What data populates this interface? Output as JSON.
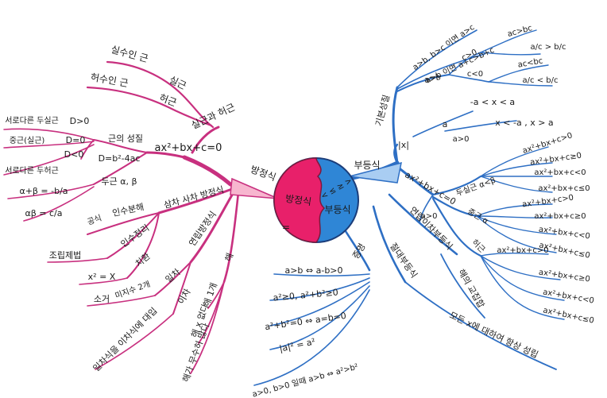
{
  "center": {
    "left_text": "방정식",
    "right_text": "부등식",
    "symbols_right": "< ≤ ≥ >",
    "symbol_left": "="
  },
  "colors": {
    "pink_branch": "#c8307f",
    "blue_branch": "#2e6fc4",
    "pink_fill": "#e8206a",
    "blue_fill": "#2f86d6",
    "text": "#1a1a1a"
  },
  "left": {
    "root": "방정식",
    "real_imag": "실근과 허근",
    "real_root": "실근",
    "real_root_desc": "실수인 근",
    "imag_root": "허근",
    "imag_root_desc": "허수인 근",
    "quadratic_eq": "ax²+bx+c=0",
    "root_nature": "근의 성질",
    "discriminant": "D=b²-4ac",
    "d_pos_desc": "서로다른 두실근",
    "d_pos": "D>0",
    "d_zero_desc": "중근(실근)",
    "d_zero": "D=0",
    "d_neg_desc": "서로다른 두허근",
    "d_neg": "D<0",
    "two_roots": "두근 α, β",
    "sum": "α+β = -b/a",
    "product": "αβ = c/a",
    "cubic_quartic": "삼차 사차 방정식",
    "factorization": "인수분해",
    "formula": "공식",
    "factor_theorem": "인수정리",
    "synthetic_division": "조립제법",
    "substitution": "치환",
    "x_sq_sub": "x² = X",
    "simultaneous": "연립방정식",
    "linear": "일차",
    "elimination": "소거",
    "undetermined_coef": "미지수 2개",
    "quadratic": "이차",
    "linear_to_quadratic": "일차식을 이차식에 대입",
    "solutions": "해",
    "one_solution": "해 1개",
    "no_solution": "해 x 없다",
    "infinite_solutions": "해가 무수히 많다"
  },
  "right": {
    "root": "부등식",
    "basic_props": "기본성질",
    "prop1": "a>b, b>c 이면 a>c",
    "prop2": "a>b 이면 a+c>b+c",
    "prop_ab": "a>b",
    "c_pos": "c>0",
    "c_neg": "c<0",
    "ac_gt_bc": "ac>bc",
    "a_over_c_gt": "a/c > b/c",
    "ac_lt_bc": "ac<bc",
    "a_over_c_lt": "a/c < b/c",
    "abs_x": "|x|",
    "abs_a": "a",
    "abs_cond": "a>0",
    "abs_inside": "-a < x < a",
    "abs_outside": "x < -a , x > a",
    "quad_ineq": "ax²+bx+c=0",
    "a_pos": "a>0",
    "distinct_roots": "두실근 α<β",
    "ineq_list_1": [
      "ax²+bx+c>0",
      "ax²+bx+c≥0",
      "ax²+bx+c<0",
      "ax²+bx+c≤0"
    ],
    "double_root": "중근 α",
    "ineq_list_2": [
      "ax²+bx+c>0",
      "ax²+bx+c≥0",
      "ax²+bx+c<0",
      "ax²+bx+c≤0"
    ],
    "imaginary": "허근",
    "ineq_list_3": [
      "ax²+bx+c>0",
      "ax²+bx+c≥0",
      "ax²+bx+c<0",
      "ax²+bx+c≤0"
    ],
    "simultaneous_ineq": "연립이차부등식",
    "solution_intersection": "해의 교집합",
    "absolute_ineq": "절대부등식",
    "always_true": "모든 x에 대하여 항상 성립",
    "proof": "증명",
    "proof1": "a>b ⇔ a-b>0",
    "proof2": "a²≥0, a²+b²≥0",
    "proof3": "a²+b²=0 ⇔ a=b=0",
    "proof4": "|a|² = a²",
    "proof5": "a>0, b>0 일때 a>b ⇔ a²>b²"
  }
}
